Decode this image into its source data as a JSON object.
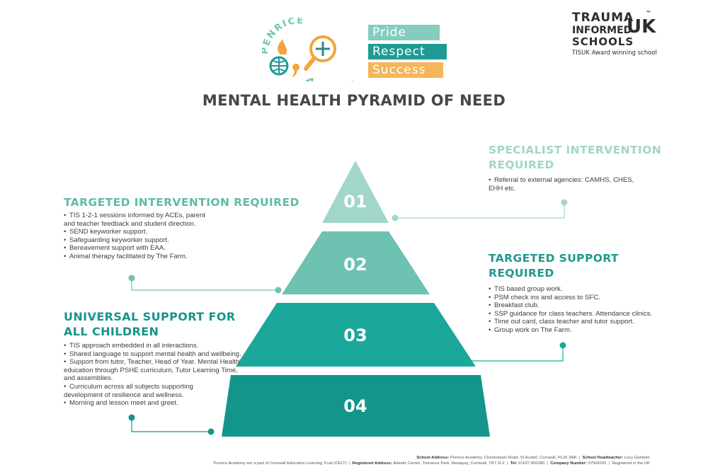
{
  "logo": {
    "school_name_top": "PENRICE",
    "school_name_bottom": "ACADEMY",
    "values": [
      "Pride",
      "Respect",
      "Success"
    ],
    "value_colors": [
      "#6fc5b3",
      "#1f9a93",
      "#f5b55a"
    ]
  },
  "tisuk": {
    "line1": "TRAUMA",
    "line2": "INFORMED",
    "uk": "UK",
    "tm": "™",
    "line3": "SCHOOLS",
    "tagline": "TISUK Award winning school"
  },
  "title": "MENTAL HEALTH PYRAMID OF NEED",
  "colors": {
    "tier1": "#a1d6cb",
    "tier2": "#6dc2b2",
    "tier3": "#1ca79b",
    "tier4": "#14958c",
    "specialist_heading": "#a3d5ca",
    "targeted_intervention_heading": "#5fbba7",
    "targeted_support_heading": "#1e9a8e",
    "universal_heading": "#17948b"
  },
  "pyramid": {
    "tiers": [
      {
        "number": "01"
      },
      {
        "number": "02"
      },
      {
        "number": "03"
      },
      {
        "number": "04"
      }
    ]
  },
  "specialist": {
    "heading_line1": "SPECIALIST INTERVENTION",
    "heading_line2": "REQUIRED",
    "bullets": [
      "Referral to external agencies:  CAMHS, CHES,",
      "EHH etc."
    ]
  },
  "targeted_intervention": {
    "heading": "TARGETED INTERVENTION REQUIRED",
    "bullets": [
      "TIS 1-2-1 sessions informed by ACEs, parent",
      "and teacher feedback and student direction.",
      "SEND keyworker support.",
      "Safeguarding keyworker support.",
      "Bereavement support with EAA.",
      "Animal therapy facilitated by The Farm."
    ]
  },
  "targeted_support": {
    "heading_line1": "TARGETED SUPPORT",
    "heading_line2": "REQUIRED",
    "bullets": [
      "TIS based group work.",
      "PSM check ins and access to SFC.",
      "Breakfast club.",
      "SSP guidance for class teachers. Attendance clinics.",
      "Time out card, class teacher and tutor support.",
      "Group work on The Farm."
    ]
  },
  "universal": {
    "heading_line1": "UNIVERSAL SUPPORT FOR",
    "heading_line2": "ALL CHILDREN",
    "bullets": [
      "TIS approach embedded in all interactions.",
      "Shared language to support mental health and wellbeing.",
      "Support from tutor, Teacher, Head of Year. Mental Health",
      "education through PSHE curriculum, Tutor Learning Time,",
      "and assemblies.",
      "Curriculum across all subjects supporting",
      "development of resilience and wellness.",
      "Morning and lesson meet and greet."
    ]
  },
  "footer": {
    "line1": {
      "school_address_label": "School Address:",
      "school_address": "Penrice Academy, Charlestown Road, St Austell, Cornwall, PL25 3NR",
      "head_label": "School Headteacher:",
      "head": "Lucy Gambier"
    },
    "line2": {
      "trust_text": "Penrice Academy are a part of Cornwall Education Learning Trust (CELT)",
      "registered_label": "Registered Address:",
      "registered": "Atlantic Centre, Trenance Park, Newquay, Cornwall, TR7 2LZ",
      "tel_label": "Tel:",
      "tel": "01637 800280",
      "company_label": "Company Number:",
      "company": "07566242",
      "registered_uk": "Registered in the UK"
    },
    "separator": "|"
  }
}
